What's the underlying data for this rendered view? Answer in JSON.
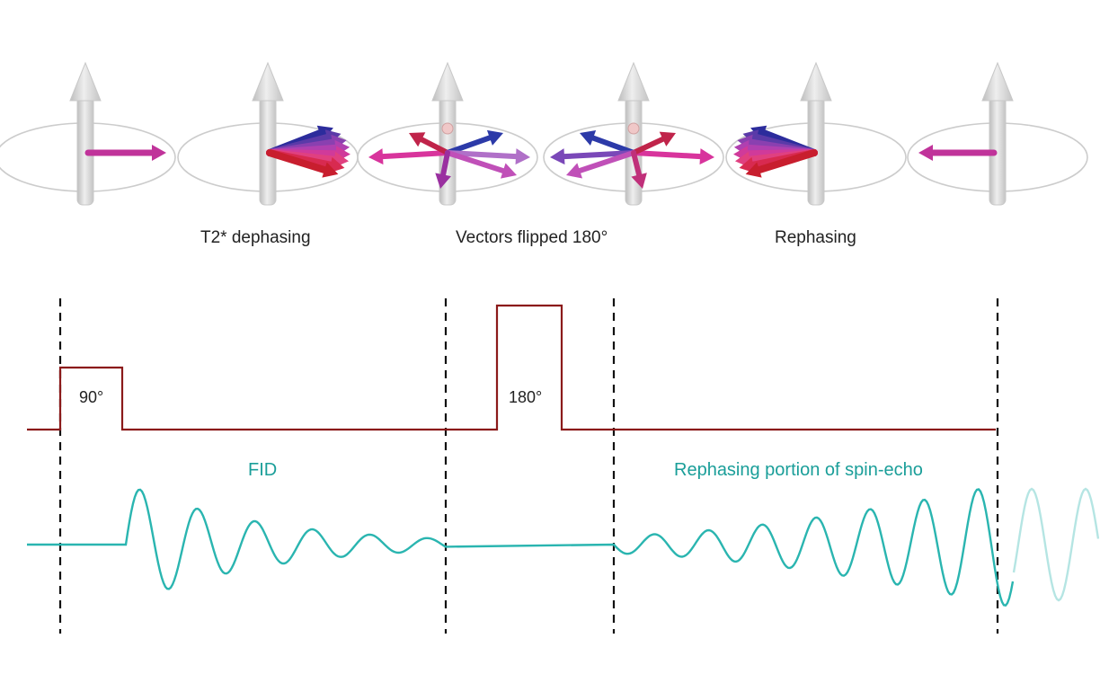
{
  "vector_labels": {
    "dephasing": "T2* dephasing",
    "flipped": "Vectors flipped 180°",
    "rephasing": "Rephasing"
  },
  "pulse_labels": {
    "p90": "90°",
    "p180": "180°"
  },
  "signal_labels": {
    "fid": "FID",
    "echo": "Rephasing portion of spin-echo"
  },
  "colors": {
    "pulse_line": "#8b1a1a",
    "signal_line": "#2ab5b0",
    "label_teal": "#1a9e99",
    "axis_grey": "#d4d4d4",
    "ring_grey": "#cccccc"
  },
  "icons": {
    "spin_state": "magnetization-vector-icon"
  }
}
